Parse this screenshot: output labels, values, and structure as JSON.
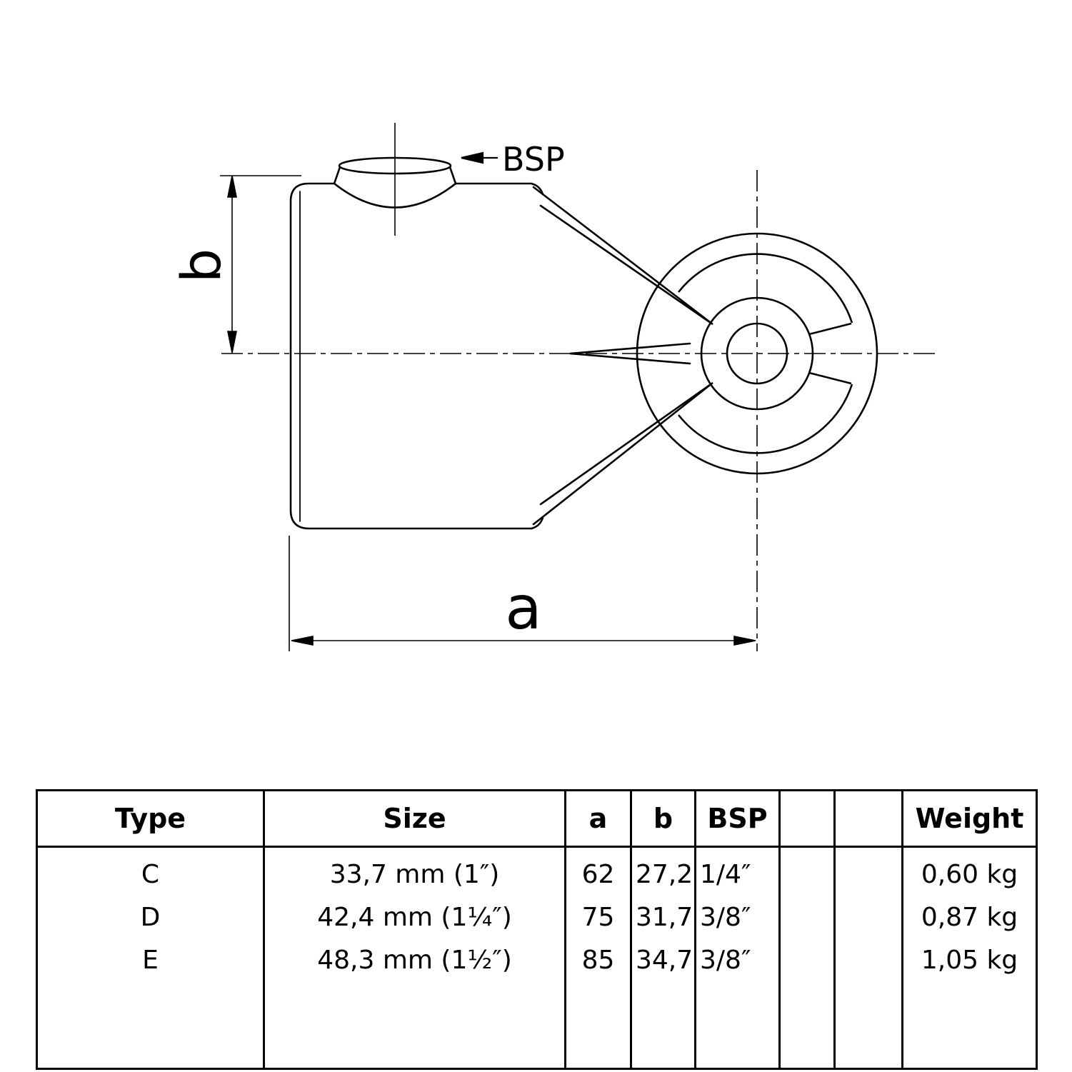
{
  "drawing": {
    "labels": {
      "bsp": "BSP",
      "a": "a",
      "b": "b"
    }
  },
  "table": {
    "headers": [
      "Type",
      "Size",
      "a",
      "b",
      "BSP",
      "",
      "",
      "Weight"
    ],
    "rows": [
      {
        "type": "C",
        "size": "33,7 mm (1″)",
        "a": "62",
        "b": "27,2",
        "bsp": "1/4″",
        "weight": "0,60 kg"
      },
      {
        "type": "D",
        "size": "42,4 mm (1¼″)",
        "a": "75",
        "b": "31,7",
        "bsp": "3/8″",
        "weight": "0,87 kg"
      },
      {
        "type": "E",
        "size": "48,3 mm (1½″)",
        "a": "85",
        "b": "34,7",
        "bsp": "3/8″",
        "weight": "1,05 kg"
      }
    ]
  }
}
